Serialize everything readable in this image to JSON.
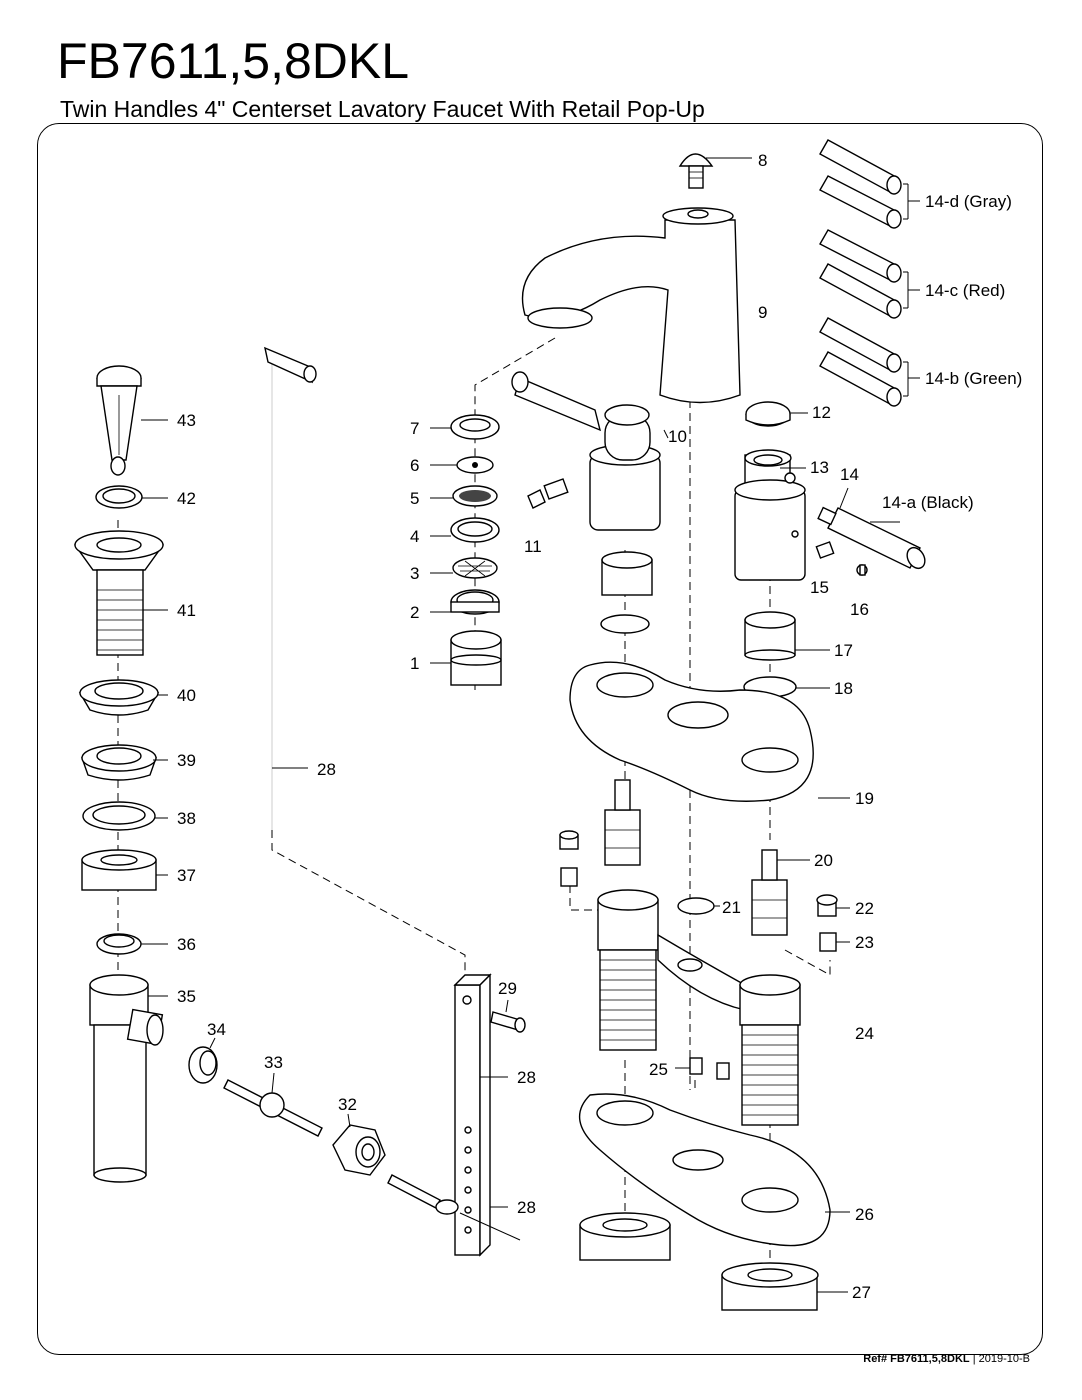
{
  "header": {
    "title": "FB7611,5,8DKL",
    "subtitle": "Twin Handles 4\" Centerset Lavatory Faucet With Retail Pop-Up"
  },
  "footer": {
    "ref": "Ref# FB7611,5,8DKL",
    "separator": "|",
    "code": "2019-10-B"
  },
  "labels": {
    "p1": "1",
    "p2": "2",
    "p3": "3",
    "p4": "4",
    "p5": "5",
    "p6": "6",
    "p7": "7",
    "p8": "8",
    "p9": "9",
    "p10": "10",
    "p11": "11",
    "p12": "12",
    "p13": "13",
    "p14": "14",
    "p14a": "14-a (Black)",
    "p14b": "14-b (Green)",
    "p14c": "14-c (Red)",
    "p14d": "14-d (Gray)",
    "p15": "15",
    "p16": "16",
    "p17": "17",
    "p18": "18",
    "p19": "19",
    "p20": "20",
    "p21": "21",
    "p22": "22",
    "p23": "23",
    "p24": "24",
    "p25": "25",
    "p26": "26",
    "p27": "27",
    "p28a": "28",
    "p28b": "28",
    "p28c": "28",
    "p29": "29",
    "p32": "32",
    "p33": "33",
    "p34": "34",
    "p35": "35",
    "p36": "36",
    "p37": "37",
    "p38": "38",
    "p39": "39",
    "p40": "40",
    "p41": "41",
    "p42": "42",
    "p43": "43"
  }
}
